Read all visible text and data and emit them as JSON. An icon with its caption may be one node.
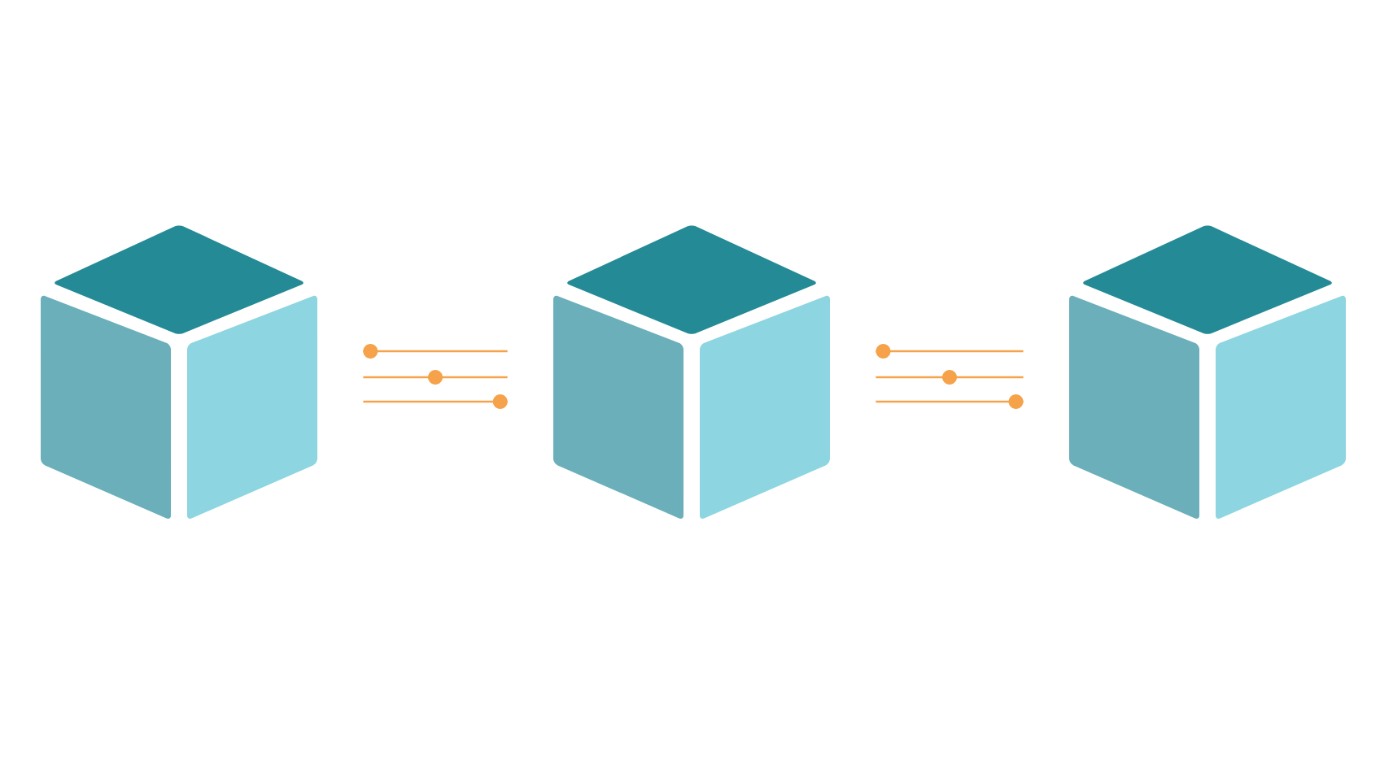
{
  "diagram": {
    "nodes": [
      {
        "text": [],
        "shape": "cube"
      },
      {
        "text": [],
        "shape": "cube"
      },
      {
        "text": [],
        "shape": "cube"
      }
    ],
    "edges": [
      {
        "from": 0,
        "to": 1,
        "arrow": "other",
        "color": "#f5a24b"
      },
      {
        "from": 0,
        "to": 1,
        "arrow": "none",
        "color": "#f5a24b"
      },
      {
        "from": 0,
        "to": 1,
        "arrow": "other",
        "color": "#f5a24b"
      },
      {
        "from": 1,
        "to": 2,
        "arrow": "other",
        "color": "#f5a24b"
      },
      {
        "from": 1,
        "to": 2,
        "arrow": "none",
        "color": "#f5a24b"
      },
      {
        "from": 1,
        "to": 2,
        "arrow": "other",
        "color": "#f5a24b"
      }
    ]
  }
}
